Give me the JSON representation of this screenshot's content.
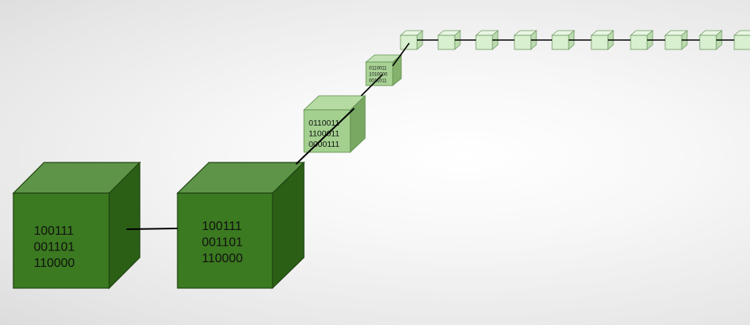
{
  "diagram": {
    "colors": {
      "edge": "#000000",
      "large": {
        "front": "#3b7a20",
        "top": "#5e9448",
        "side": "#2b5f16",
        "stroke": "#1f4410"
      },
      "medium": {
        "front": "#a3d08f",
        "top": "#b5dba3",
        "side": "#78a862",
        "stroke": "#5a8a48"
      },
      "small": {
        "front": "#a9d295",
        "top": "#c2e1b3",
        "side": "#84b26c",
        "stroke": "#5f8d4c"
      },
      "tiny": {
        "front": "#d8efd0",
        "top": "#e9f6e3",
        "side": "#bcdcb0",
        "stroke": "#6e9962"
      }
    },
    "blocks": [
      {
        "name": "block-1",
        "size": "large",
        "lines": [
          "100111",
          "001101",
          "110000"
        ]
      },
      {
        "name": "block-2",
        "size": "large",
        "lines": [
          "100111",
          "001101",
          "110000"
        ]
      },
      {
        "name": "block-3",
        "size": "medium",
        "lines": [
          "0110011",
          "1100011",
          "0000111"
        ]
      },
      {
        "name": "block-4",
        "size": "small",
        "lines": [
          "0110011",
          "1010000",
          "0011011"
        ]
      },
      {
        "name": "block-5",
        "size": "tiny",
        "lines": []
      },
      {
        "name": "block-6",
        "size": "tiny",
        "lines": []
      },
      {
        "name": "block-7",
        "size": "tiny",
        "lines": []
      },
      {
        "name": "block-8",
        "size": "tiny",
        "lines": []
      },
      {
        "name": "block-9",
        "size": "tiny",
        "lines": []
      },
      {
        "name": "block-10",
        "size": "tiny",
        "lines": []
      },
      {
        "name": "block-11",
        "size": "tiny",
        "lines": []
      },
      {
        "name": "block-12",
        "size": "tiny",
        "lines": []
      },
      {
        "name": "block-13",
        "size": "tiny",
        "lines": []
      },
      {
        "name": "block-14",
        "size": "tiny",
        "lines": []
      }
    ]
  }
}
